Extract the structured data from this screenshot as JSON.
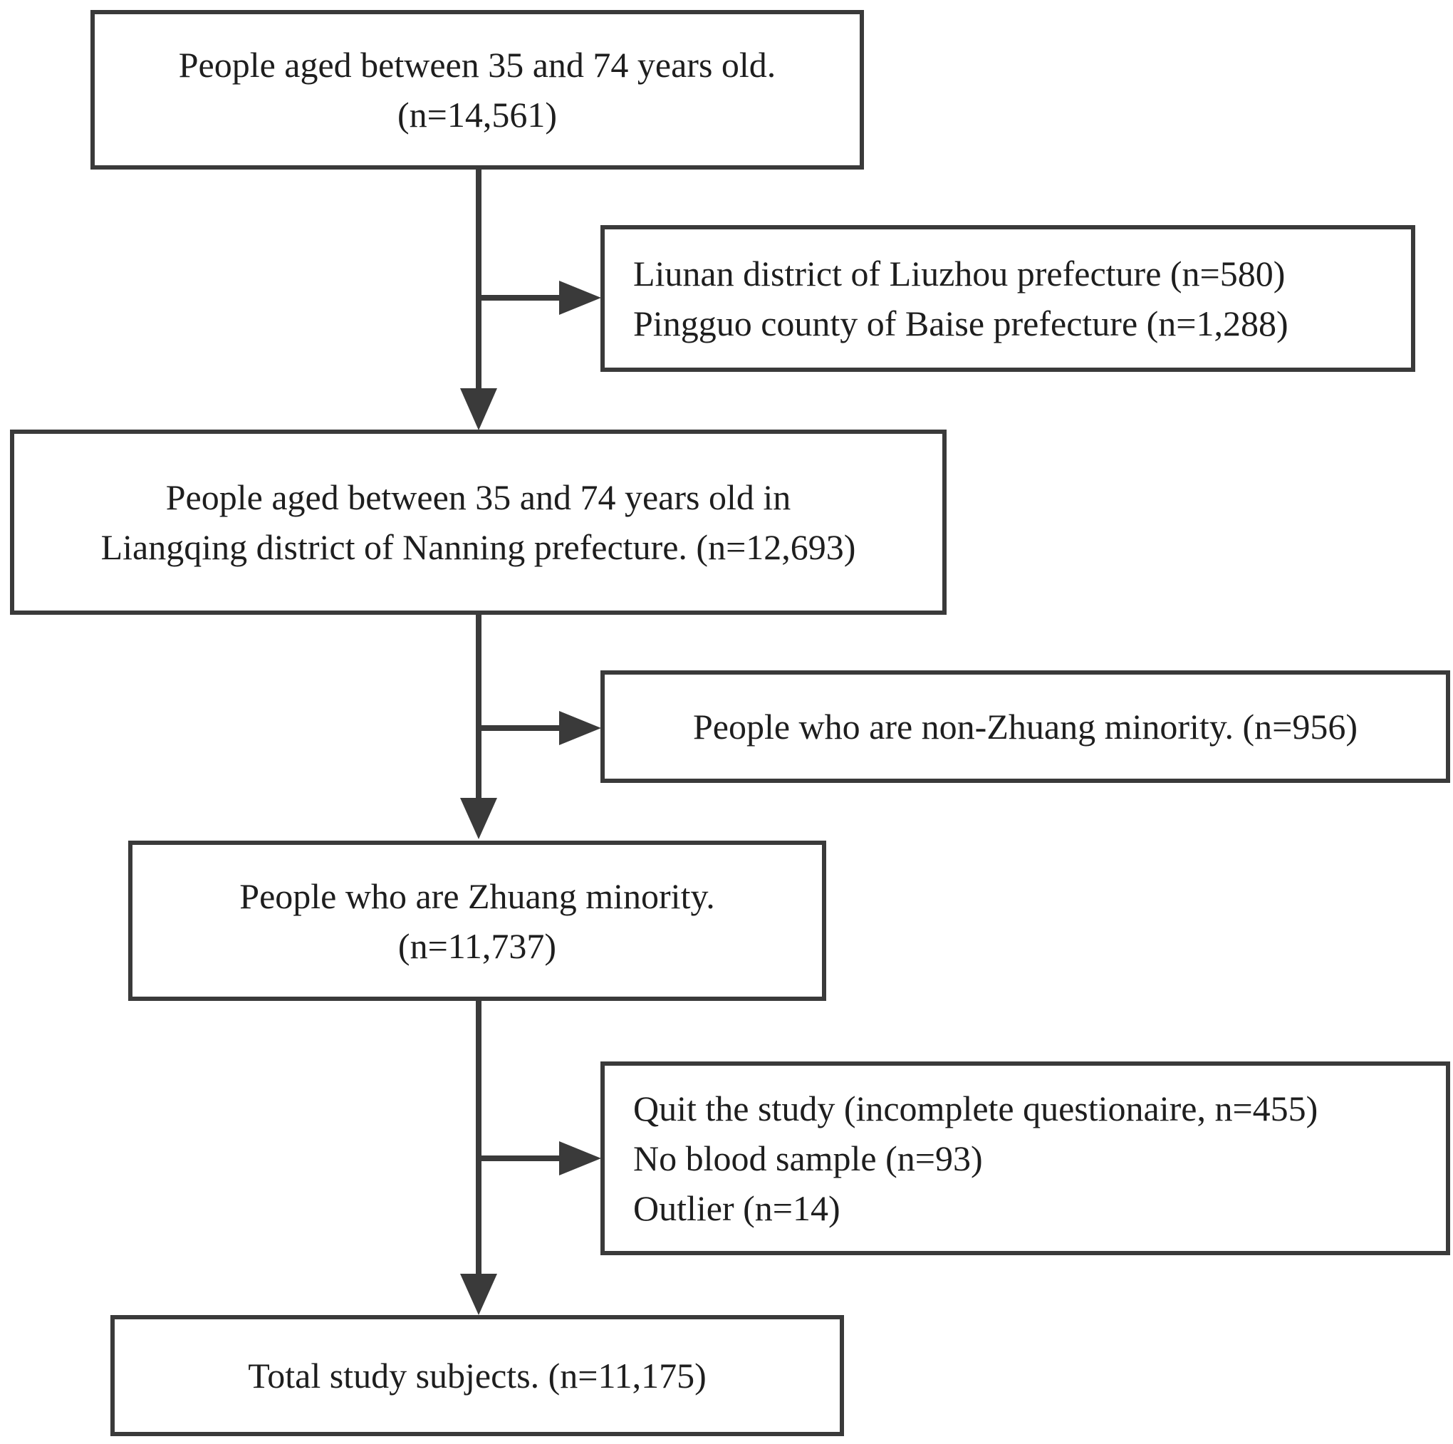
{
  "flowchart": {
    "boxes": [
      {
        "id": "step-1",
        "lines": [
          "People aged between 35 and 74 years old.",
          "(n=14,561)"
        ]
      },
      {
        "id": "exclusion-1",
        "lines": [
          "Liunan district of Liuzhou prefecture (n=580)",
          "Pingguo county of Baise prefecture (n=1,288)"
        ]
      },
      {
        "id": "step-2",
        "lines": [
          "People aged between 35 and 74 years old in",
          "Liangqing district of Nanning prefecture. (n=12,693)"
        ]
      },
      {
        "id": "exclusion-2",
        "lines": [
          "People who are non-Zhuang minority. (n=956)"
        ]
      },
      {
        "id": "step-3",
        "lines": [
          "People who are Zhuang minority.",
          "(n=11,737)"
        ]
      },
      {
        "id": "exclusion-3",
        "lines": [
          "Quit the study (incomplete questionaire, n=455)",
          "No blood sample (n=93)",
          "Outlier (n=14)"
        ]
      },
      {
        "id": "step-4",
        "lines": [
          "Total study subjects. (n=11,175)"
        ]
      }
    ],
    "colors": {
      "stroke": "#3a3a3a",
      "text": "#1e1e1e",
      "background": "#ffffff"
    }
  }
}
